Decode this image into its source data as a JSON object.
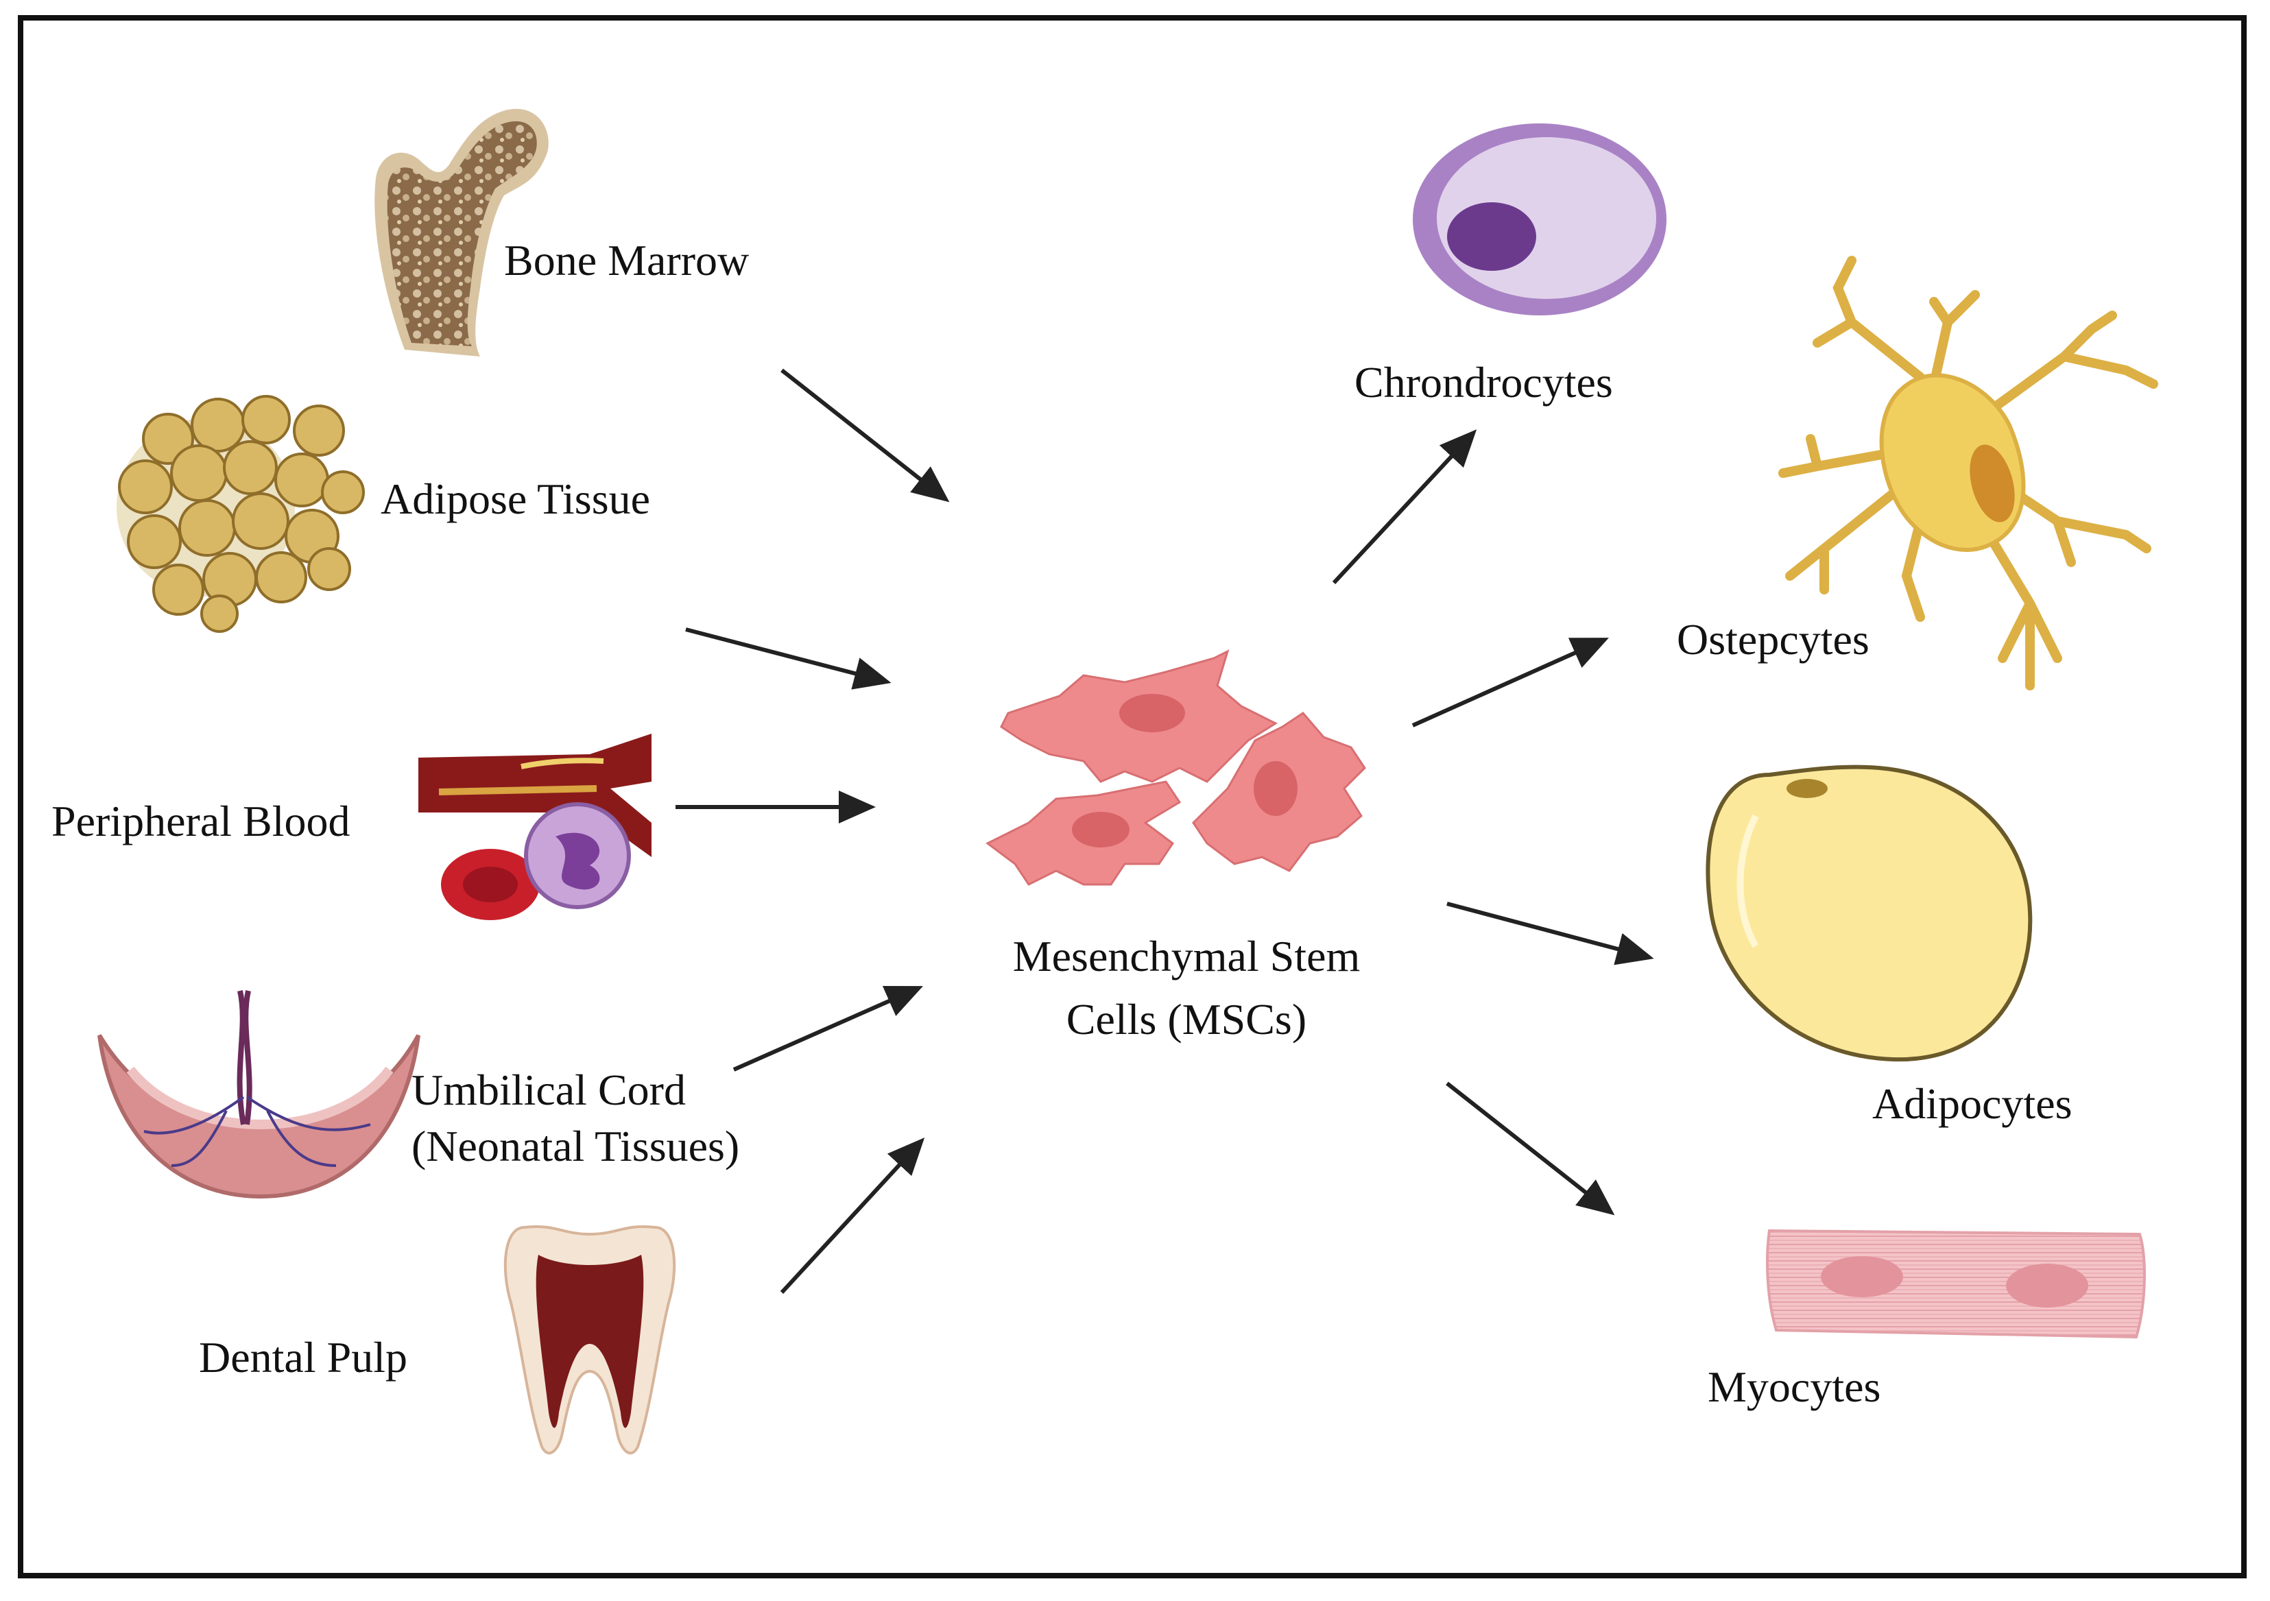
{
  "center": {
    "label_line1": "Mesenchymal Stem",
    "label_line2": "Cells (MSCs)"
  },
  "sources": {
    "bone_marrow": "Bone Marrow",
    "adipose_tissue": "Adipose Tissue",
    "peripheral_blood": "Peripheral Blood",
    "umbilical_cord_line1": "Umbilical Cord",
    "umbilical_cord_line2": "(Neonatal Tissues)",
    "dental_pulp": "Dental Pulp"
  },
  "outputs": {
    "chondrocytes": "Chrondrocytes",
    "osteocytes": "Ostepcytes",
    "adipocytes": "Adipocytes",
    "myocytes": "Myocytes"
  },
  "colors": {
    "arrow": "#222222",
    "msc": "#ee8a8c",
    "bone": "#a88a6a",
    "adipose": "#d9b865",
    "blood_vessel": "#8a1a1a",
    "rbc": "#c91f2a",
    "wbc": "#c9a4d9",
    "placenta": "#d98f8f",
    "tooth_pulp": "#7a1a1a",
    "chondrocyte": "#c2a3d6",
    "osteocyte": "#f0cf5e",
    "adipocyte": "#fbe89b",
    "myocyte": "#f2b8bd"
  }
}
